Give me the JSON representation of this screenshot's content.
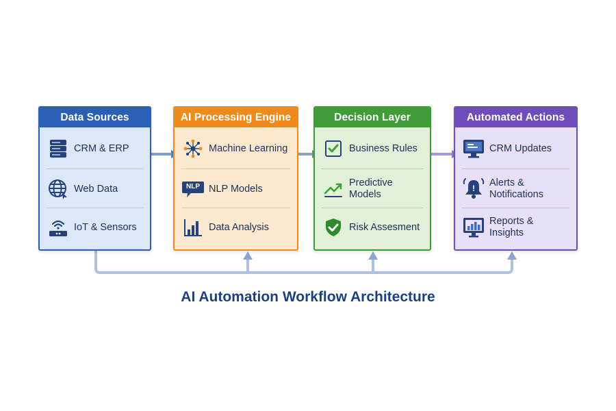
{
  "title": "AI Automation Workflow Architecture",
  "colors": {
    "blue": "#2c5fb4",
    "blue_bg": "#dbe8f8",
    "orange": "#ef8a1d",
    "orange_bg": "#fde9cf",
    "green": "#3f9c37",
    "green_bg": "#e1f1d9",
    "purple": "#6f4cbb",
    "purple_bg": "#e7e0f6",
    "connector": "#aec1de",
    "text": "#1f2f55"
  },
  "panels": [
    {
      "title": "Data Sources",
      "items": [
        {
          "label": "CRM & ERP",
          "icon": "server-icon"
        },
        {
          "label": "Web Data",
          "icon": "globe-icon"
        },
        {
          "label": "IoT & Sensors",
          "icon": "wifi-router-icon"
        }
      ]
    },
    {
      "title": "AI Processing Engine",
      "items": [
        {
          "label": "Machine Learning",
          "icon": "neural-network-icon"
        },
        {
          "label": "NLP Models",
          "icon": "nlp-chat-icon",
          "icon_text": "NLP"
        },
        {
          "label": "Data Analysis",
          "icon": "bar-chart-icon"
        }
      ]
    },
    {
      "title": "Decision Layer",
      "items": [
        {
          "label": "Business Rules",
          "icon": "checkbox-icon"
        },
        {
          "label": "Predictive Models",
          "icon": "trend-up-icon"
        },
        {
          "label": "Risk Assesment",
          "icon": "shield-check-icon"
        }
      ]
    },
    {
      "title": "Automated Actions",
      "items": [
        {
          "label": "CRM Updates",
          "icon": "monitor-icon"
        },
        {
          "label": "Alerts & Notifications",
          "icon": "bell-alert-icon"
        },
        {
          "label": "Reports & Insights",
          "icon": "report-chart-icon"
        }
      ]
    }
  ]
}
